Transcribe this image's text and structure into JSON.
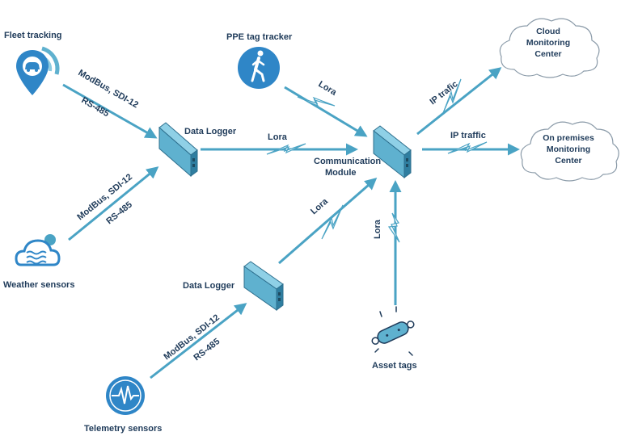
{
  "nodes": {
    "fleet_tracking": "Fleet tracking",
    "weather_sensors": "Weather sensors",
    "telemetry_sensors": "Telemetry sensors",
    "ppe_tag_tracker": "PPE tag tracker",
    "data_logger_1": "Data Logger",
    "data_logger_2": "Data Logger",
    "communication_module": [
      "Communication",
      "Module"
    ],
    "asset_tags": "Asset tags",
    "cloud_monitoring": [
      "Cloud",
      "Monitoring",
      "Center"
    ],
    "on_premises_monitoring": [
      "On premises",
      "Monitoring",
      "Center"
    ]
  },
  "edges": {
    "fleet_protocol": "ModBus, SDI-12",
    "fleet_rs": "RS-485",
    "weather_protocol": "ModBus, SDI-12",
    "weather_rs": "RS-485",
    "telemetry_protocol": "ModBus, SDI-12",
    "telemetry_rs": "RS-485",
    "lora_ppe": "Lora",
    "lora_logger1": "Lora",
    "lora_logger2": "Lora",
    "lora_asset": "Lora",
    "ip_cloud": "IP trafic",
    "ip_onprem": "IP traffic"
  },
  "colors": {
    "accent": "#4aa3c4",
    "icon_blue": "#2f86c7",
    "text": "#1f3b5a",
    "device": "#5fb1cf"
  }
}
